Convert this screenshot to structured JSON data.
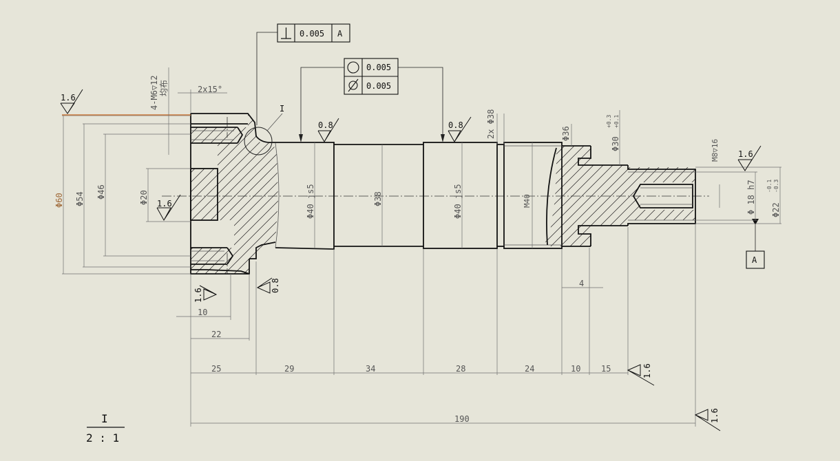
{
  "gdt": {
    "perp_tol": "0.005",
    "perp_datum": "A",
    "circularity_tol": "0.005",
    "cylindricity_tol": "0.005"
  },
  "datum": {
    "label": "A"
  },
  "detail": {
    "label": "I",
    "scale": "2 : 1"
  },
  "notes": {
    "thread": "4-M6▽12",
    "distribution": "均布",
    "chamfer": "2x15°",
    "thread_m8": "M8▽16"
  },
  "roughness": {
    "r1": "1.6",
    "r2": "1.6",
    "r3": "0.8",
    "r4": "0.8",
    "r5": "0.8",
    "r6": "1.6",
    "r7": "1.6",
    "r8": "1.6",
    "r9": "1.6"
  },
  "diameters": {
    "d60": "Φ60",
    "d54": "Φ54",
    "d46": "Φ46",
    "d20": "Φ20",
    "d40a": "Φ40 js5",
    "d38": "Φ38",
    "d40b": "Φ40 js5",
    "m40": "M40",
    "two_x_d38": "2x Φ38",
    "d36": "Φ36",
    "d30": "Φ30",
    "d30_tol_up": "+0.3",
    "d30_tol_dn": "+0.1",
    "d18": "Φ 18 h7",
    "d22": "Φ22",
    "d22_tol_up": "-0.1",
    "d22_tol_dn": "-0.3"
  },
  "lengths": {
    "l25": "25",
    "l29": "29",
    "l34": "34",
    "l28": "28",
    "l24": "24",
    "l10": "10",
    "l15": "15",
    "l190": "190",
    "l22": "22",
    "l10b": "10",
    "l4": "4"
  }
}
